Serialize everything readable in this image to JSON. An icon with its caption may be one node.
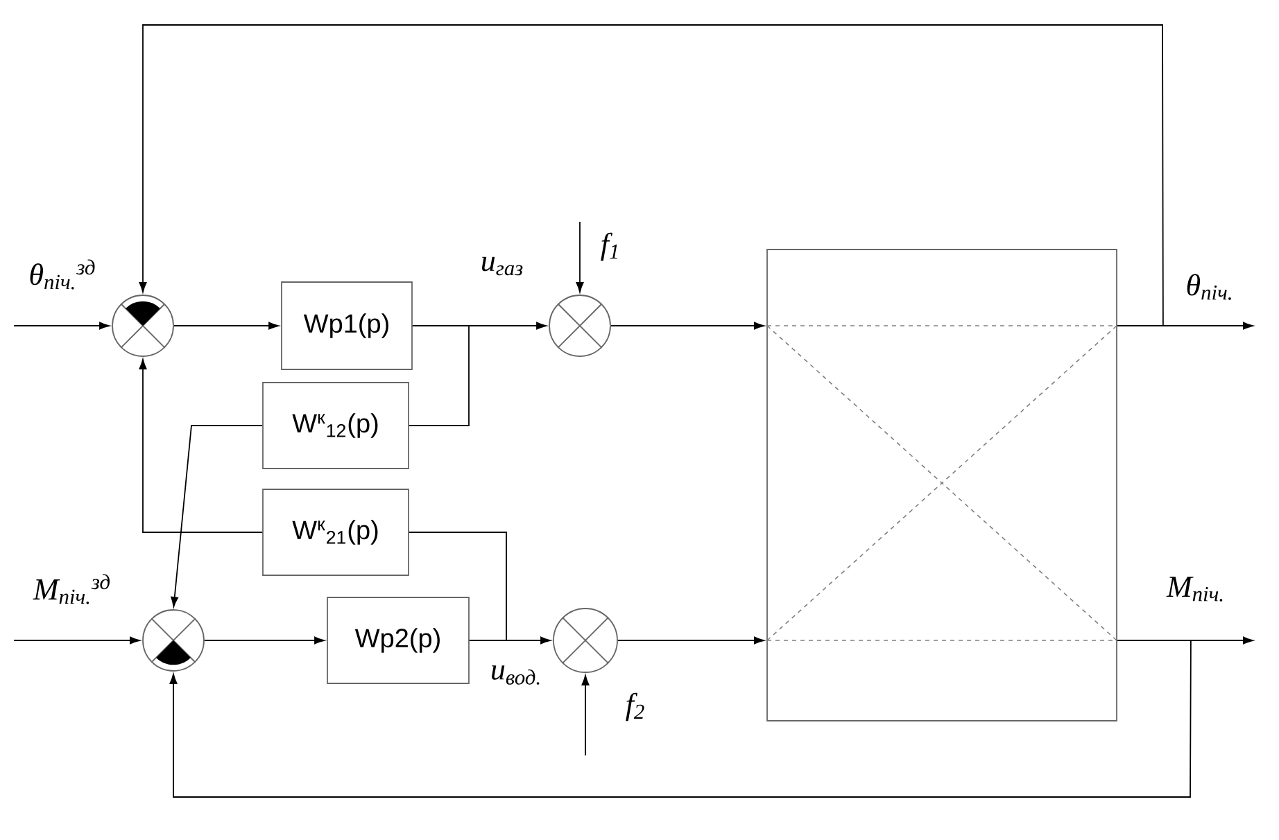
{
  "diagram": {
    "nodes": [
      {
        "text": [],
        "shape": "circle"
      },
      {
        "text": [
          "Wp1(p)"
        ]
      },
      {
        "text": [
          "W$^{к}$$_{12}$(p)"
        ]
      },
      {
        "text": [
          "W$^{к}$$_{21}$(p)"
        ]
      },
      {
        "text": [],
        "shape": "circle"
      },
      {
        "text": [
          "Wp2(p)"
        ]
      },
      {
        "text": [],
        "shape": "circle"
      },
      {
        "text": [],
        "shape": "circle"
      },
      {
        "text": [],
        "shape": "box"
      }
    ],
    "edges": [
      {
        "from": null,
        "to": 0,
        "arrow": "to",
        "label": "θ$_{піч.}$$^{зд}$"
      },
      {
        "from": 0,
        "to": 1,
        "arrow": "to"
      },
      {
        "from": 1,
        "to": 6,
        "arrow": "to",
        "label": "u$_{газ}$"
      },
      {
        "from": 1,
        "to": 2,
        "arrow": "none"
      },
      {
        "from": 2,
        "to": 4,
        "arrow": "to"
      },
      {
        "from": null,
        "to": 6,
        "arrow": "to",
        "label": "f$_{1}$"
      },
      {
        "from": 6,
        "to": 8,
        "arrow": "to"
      },
      {
        "from": 8,
        "to": null,
        "arrow": "to",
        "label": "θ$_{піч.}$"
      },
      {
        "from": 8,
        "to": 0,
        "arrow": "to"
      },
      {
        "from": null,
        "to": 4,
        "arrow": "to",
        "label": "M$_{піч.}$$^{зд}$"
      },
      {
        "from": 4,
        "to": 5,
        "arrow": "to"
      },
      {
        "from": 5,
        "to": 7,
        "arrow": "to",
        "label": "u$_{вод.}$"
      },
      {
        "from": 5,
        "to": 3,
        "arrow": "none"
      },
      {
        "from": 3,
        "to": 0,
        "arrow": "to"
      },
      {
        "from": null,
        "to": 7,
        "arrow": "to",
        "label": "f$_{2}$"
      },
      {
        "from": 7,
        "to": 8,
        "arrow": "to"
      },
      {
        "from": 8,
        "to": null,
        "arrow": "to",
        "label": "M$_{піч.}$"
      },
      {
        "from": 8,
        "to": 4,
        "arrow": "to"
      }
    ]
  }
}
